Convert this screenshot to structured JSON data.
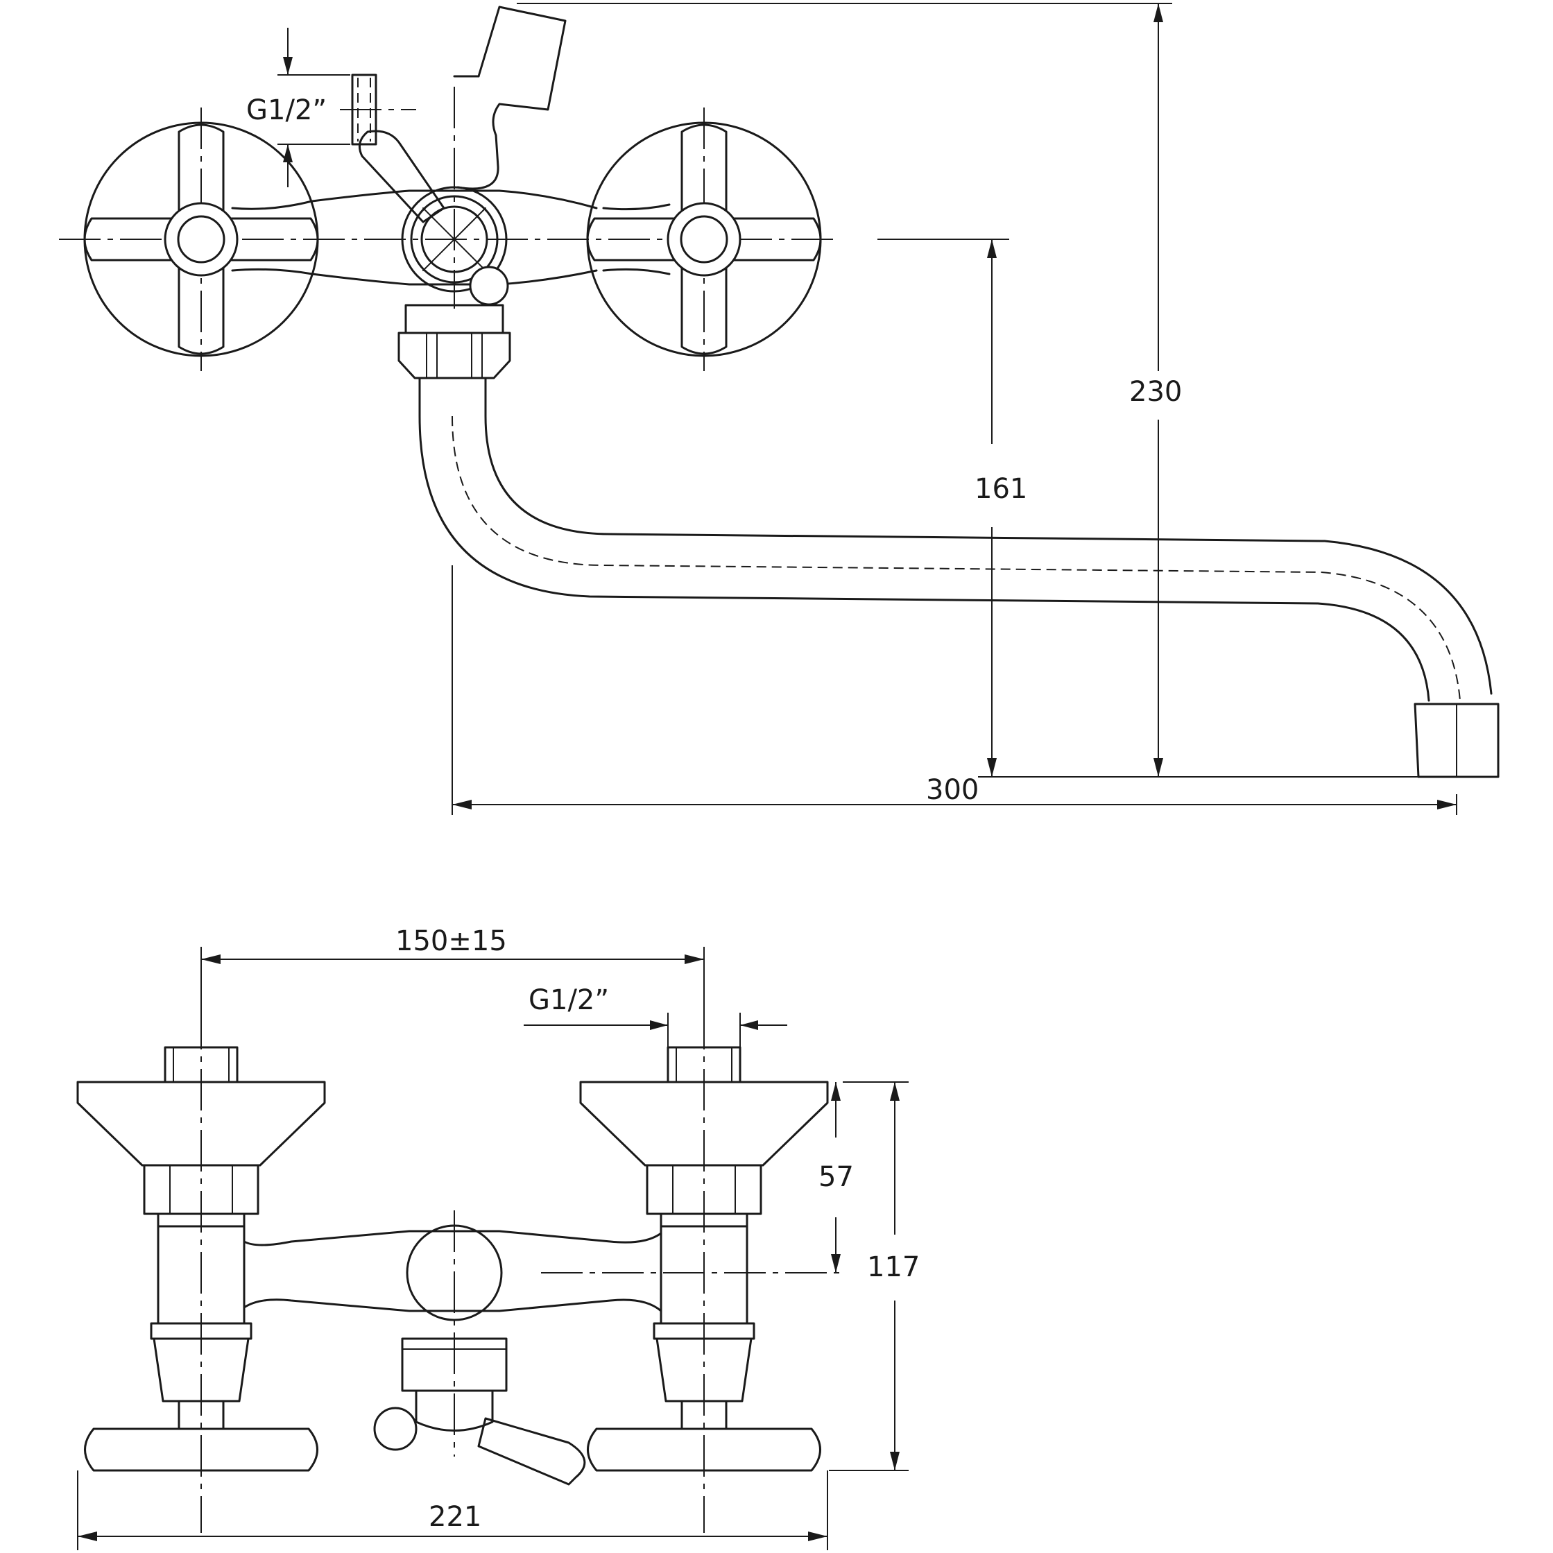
{
  "top_view": {
    "dims": {
      "thread_label": "G1/2”",
      "height_overall": "230",
      "height_spout": "161",
      "spout_reach": "300"
    }
  },
  "bottom_view": {
    "dims": {
      "centers": "150±15",
      "thread_label": "G1/2”",
      "inlet_offset": "57",
      "height_overall": "117",
      "width_overall": "221"
    }
  }
}
